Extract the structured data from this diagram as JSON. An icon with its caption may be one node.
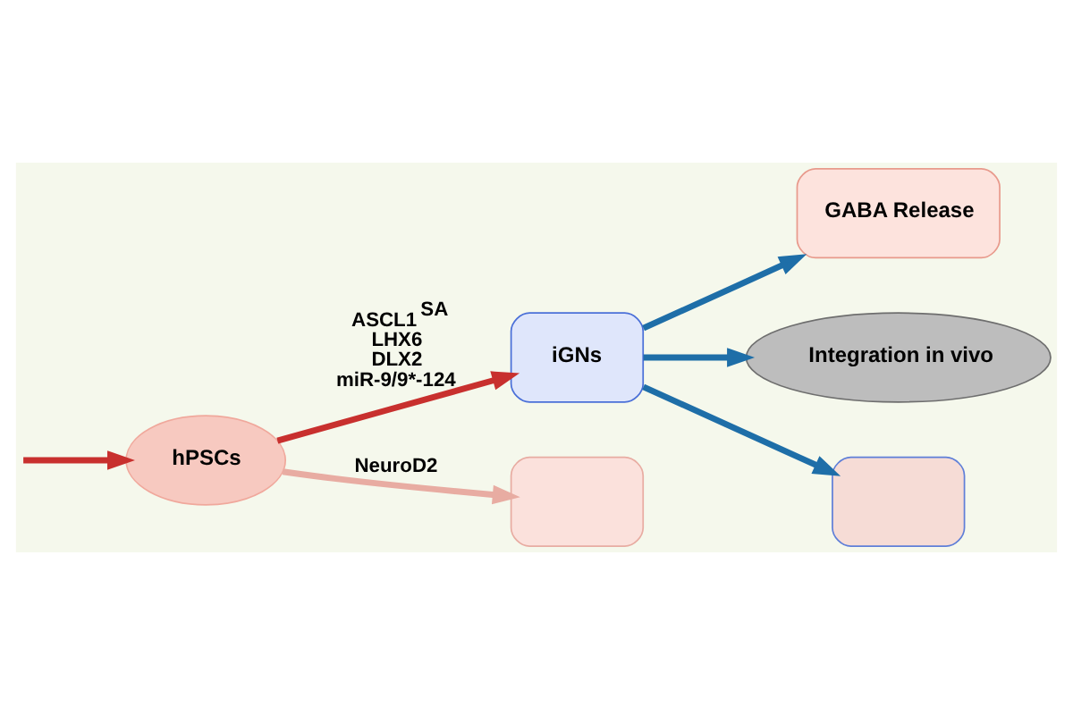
{
  "diagram": {
    "nodes": [
      {
        "text": [
          "hPSCs"
        ]
      },
      {
        "text": [
          "iGNs"
        ]
      },
      {
        "text": [
          "GABA Release"
        ]
      },
      {
        "text": [
          "Integration in vivo"
        ]
      },
      {
        "text": [],
        "shape": "box"
      },
      {
        "text": [],
        "shape": "box"
      }
    ],
    "edges": [
      {
        "from": null,
        "to": 0,
        "arrow": "to",
        "color": "#c8302e"
      },
      {
        "from": 0,
        "to": 1,
        "arrow": "to",
        "label": "ASCL1$^{SA}$ LHX6 DLX2 miR-9/9*-124",
        "color": "#c8302e"
      },
      {
        "from": 0,
        "to": 4,
        "arrow": "to",
        "label": "NeuroD2",
        "color": "#e8aca2"
      },
      {
        "from": 1,
        "to": 2,
        "arrow": "to",
        "color": "#1e6ea8"
      },
      {
        "from": 1,
        "to": 3,
        "arrow": "to",
        "color": "#1e6ea8"
      },
      {
        "from": 1,
        "to": 5,
        "arrow": "to",
        "color": "#1e6ea8"
      }
    ]
  }
}
